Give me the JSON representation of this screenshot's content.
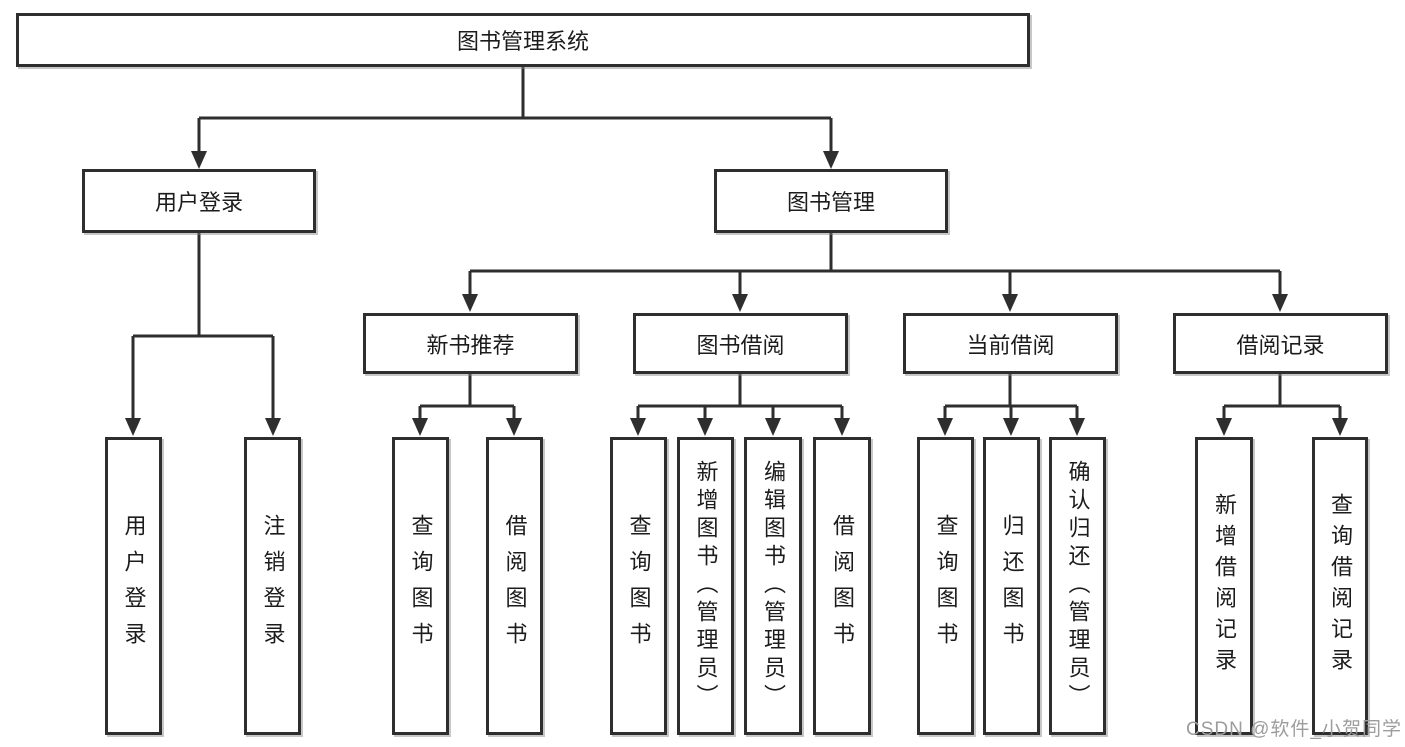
{
  "diagram_title": "图书管理系统",
  "colors": {
    "line": "#2e2e2e",
    "box_border": "#2e2e2e",
    "text": "#1c1c1c",
    "background": "#ffffff",
    "watermark": "#9d9d9d"
  },
  "tree": {
    "root": {
      "label": "图书管理系统"
    },
    "level2": [
      {
        "label": "用户登录"
      },
      {
        "label": "图书管理"
      }
    ],
    "level3": [
      {
        "label": "新书推荐",
        "parent": "图书管理"
      },
      {
        "label": "图书借阅",
        "parent": "图书管理"
      },
      {
        "label": "当前借阅",
        "parent": "图书管理"
      },
      {
        "label": "借阅记录",
        "parent": "图书管理"
      }
    ],
    "leaves": [
      {
        "label": "用户登录",
        "parent": "用户登录"
      },
      {
        "label": "注销登录",
        "parent": "用户登录"
      },
      {
        "label": "查询图书",
        "parent": "新书推荐"
      },
      {
        "label": "借阅图书",
        "parent": "新书推荐"
      },
      {
        "label": "查询图书",
        "parent": "图书借阅"
      },
      {
        "label": "新增图书（管理员）",
        "parent": "图书借阅"
      },
      {
        "label": "编辑图书（管理员）",
        "parent": "图书借阅"
      },
      {
        "label": "借阅图书",
        "parent": "图书借阅"
      },
      {
        "label": "查询图书",
        "parent": "当前借阅"
      },
      {
        "label": "归还图书",
        "parent": "当前借阅"
      },
      {
        "label": "确认归还（管理员）",
        "parent": "当前借阅"
      },
      {
        "label": "新增借阅记录",
        "parent": "借阅记录"
      },
      {
        "label": "查询借阅记录",
        "parent": "借阅记录"
      }
    ]
  },
  "watermark": {
    "text": "CSDN @软件_小贺同学"
  }
}
